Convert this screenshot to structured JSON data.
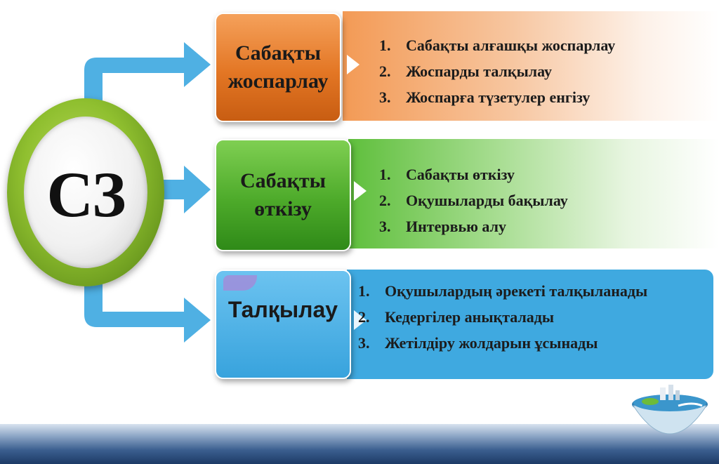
{
  "hub": {
    "label": "СЗ"
  },
  "stages": [
    {
      "title_line1": "Сабақты",
      "title_line2": "жоспарлау",
      "color": "#e37624",
      "items": [
        {
          "num": "1.",
          "text": "Сабақты алғашқы жоспарлау"
        },
        {
          "num": "2.",
          "text": "Жоспарды талқылау"
        },
        {
          "num": "3.",
          "text": "Жоспарға түзетулер енгізу"
        }
      ]
    },
    {
      "title_line1": "Сабақты",
      "title_line2": "өткізу",
      "color": "#4daa2a",
      "items": [
        {
          "num": "1.",
          "text": "Сабақты өткізу"
        },
        {
          "num": "2.",
          "text": "Оқушыларды бақылау"
        },
        {
          "num": "3.",
          "text": "Интервью алу"
        }
      ]
    },
    {
      "title_line1": "Талқылау",
      "color": "#38a3dd",
      "items": [
        {
          "num": "1.",
          "text": "Оқушылардың әрекеті талқыланады"
        },
        {
          "num": "2.",
          "text": "Кедергілер анықталады"
        },
        {
          "num": "3.",
          "text": "Жетілдіру жолдарын ұсынады"
        }
      ]
    }
  ],
  "icons": {
    "connector": "blue-arrow-icon",
    "chevron": "chevron-right-icon",
    "decoration": "globe-icon"
  }
}
